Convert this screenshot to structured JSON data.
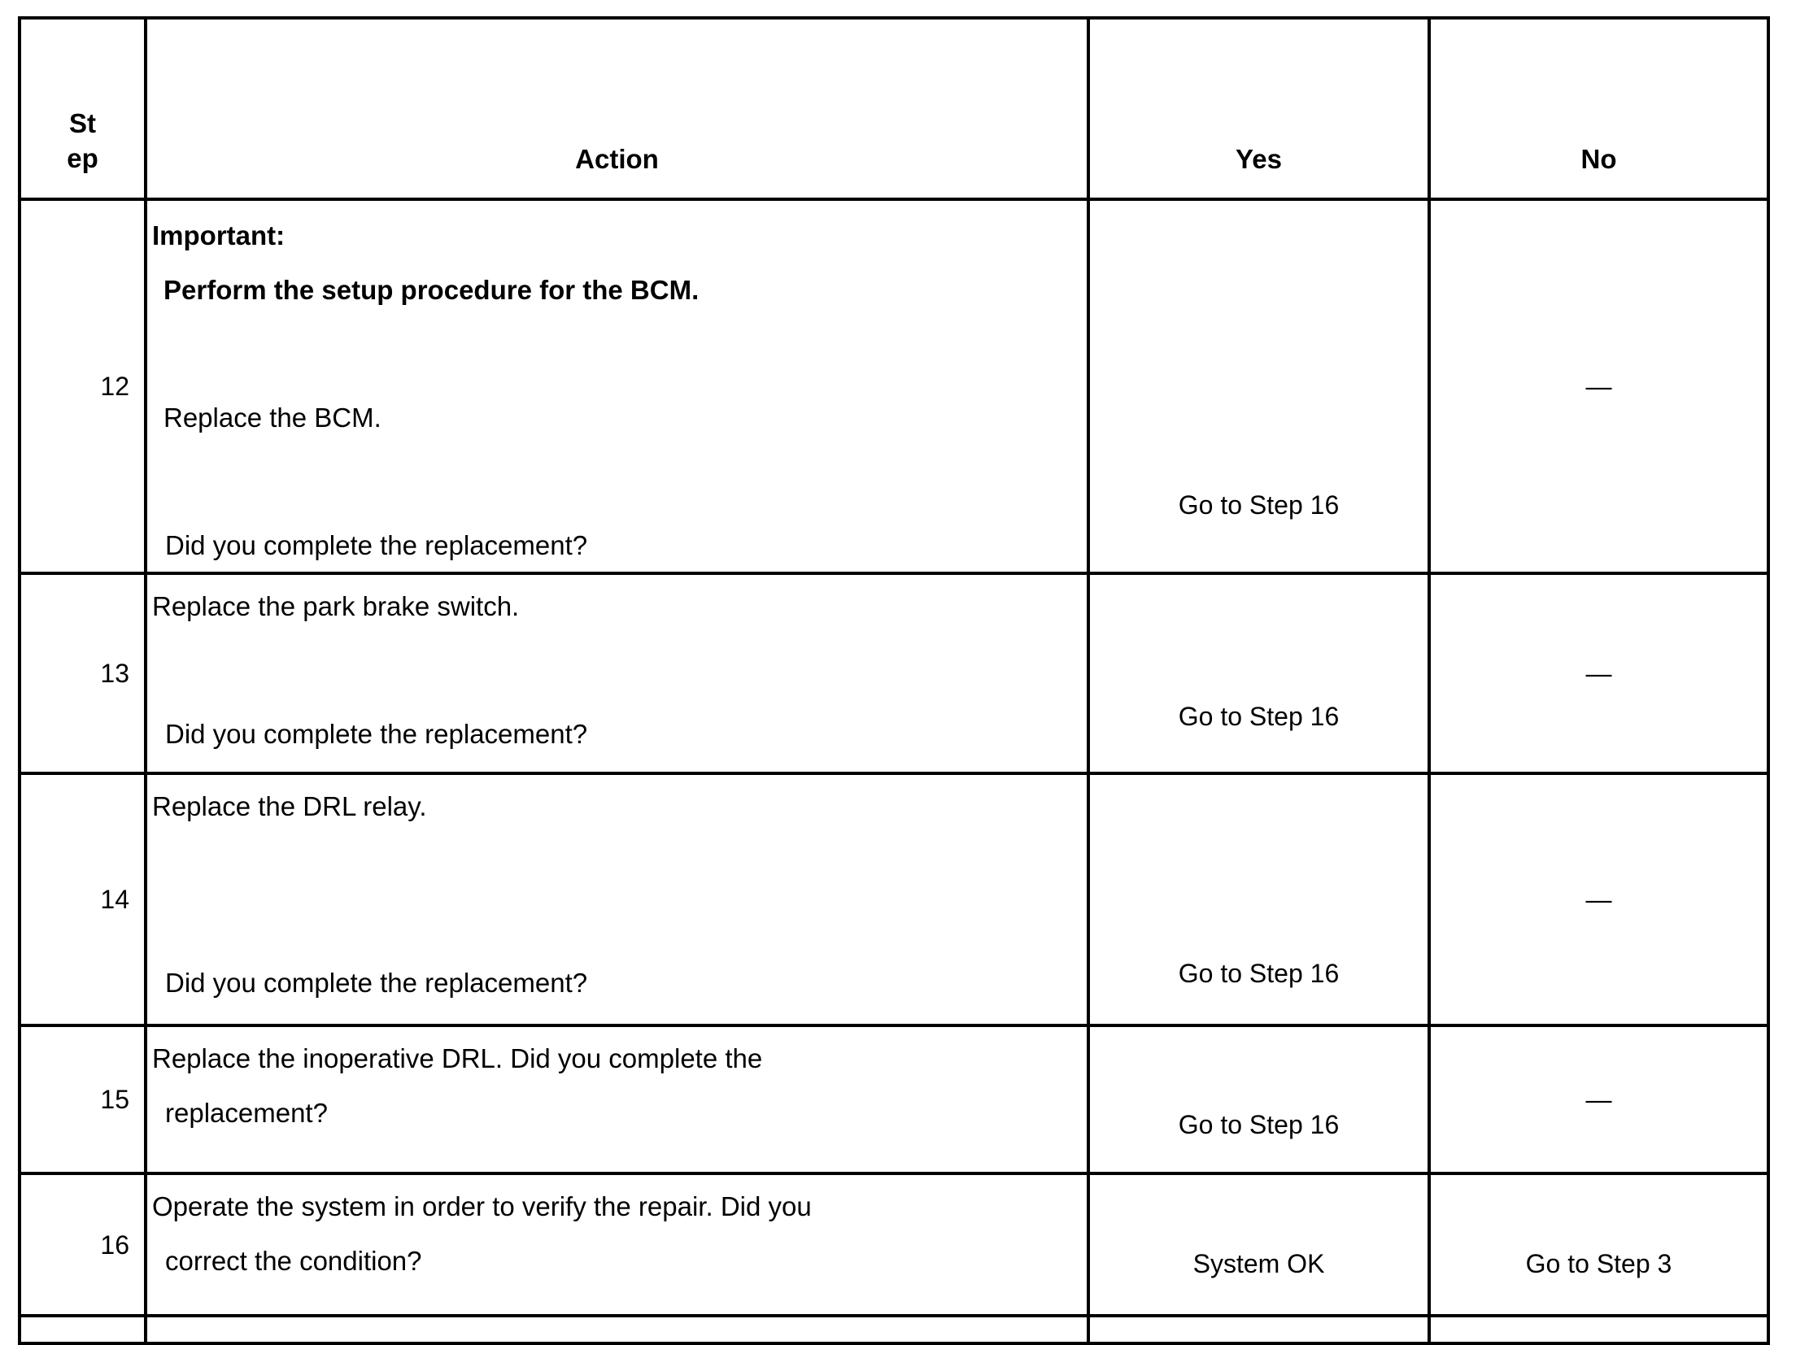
{
  "document": {
    "type": "diagnostic-procedure-table",
    "title_visible": false
  },
  "table": {
    "headers": {
      "step": "Step",
      "step_line1": "St",
      "step_line2": "ep",
      "action": "Action",
      "yes": "Yes",
      "no": "No"
    },
    "rows": [
      {
        "step": "12",
        "action_lines": [
          {
            "text": "Important:",
            "bold": true,
            "indent": 0
          },
          {
            "text": "Perform the setup procedure for the BCM.",
            "bold": true,
            "indent": 1
          },
          {
            "text": "Replace the BCM.",
            "bold": false,
            "indent": 1
          },
          {
            "text": "Did you complete the replacement?",
            "bold": false,
            "indent": 2
          }
        ],
        "yes": "Go to Step 16",
        "no": "—"
      },
      {
        "step": "13",
        "action_lines": [
          {
            "text": "Replace the park brake switch.",
            "bold": false,
            "indent": 0
          },
          {
            "text": "Did you complete the replacement?",
            "bold": false,
            "indent": 2
          }
        ],
        "yes": "Go to Step 16",
        "no": "—"
      },
      {
        "step": "14",
        "action_lines": [
          {
            "text": "Replace the DRL relay.",
            "bold": false,
            "indent": 0
          },
          {
            "text": "Did you complete the replacement?",
            "bold": false,
            "indent": 2
          }
        ],
        "yes": "Go to Step 16",
        "no": "—"
      },
      {
        "step": "15",
        "action_lines": [
          {
            "text": "Replace the inoperative DRL. Did you complete the",
            "bold": false,
            "indent": 0
          },
          {
            "text": "replacement?",
            "bold": false,
            "indent": 2
          }
        ],
        "yes": "Go to Step 16",
        "no": "—"
      },
      {
        "step": "16",
        "action_lines": [
          {
            "text": "Operate the system in order to verify the repair. Did you",
            "bold": false,
            "indent": 0
          },
          {
            "text": "correct the condition?",
            "bold": false,
            "indent": 2
          }
        ],
        "yes": "System OK",
        "no": "Go to Step 3"
      }
    ]
  },
  "colors": {
    "border": "#000000",
    "text": "#000000",
    "background": "#ffffff"
  }
}
